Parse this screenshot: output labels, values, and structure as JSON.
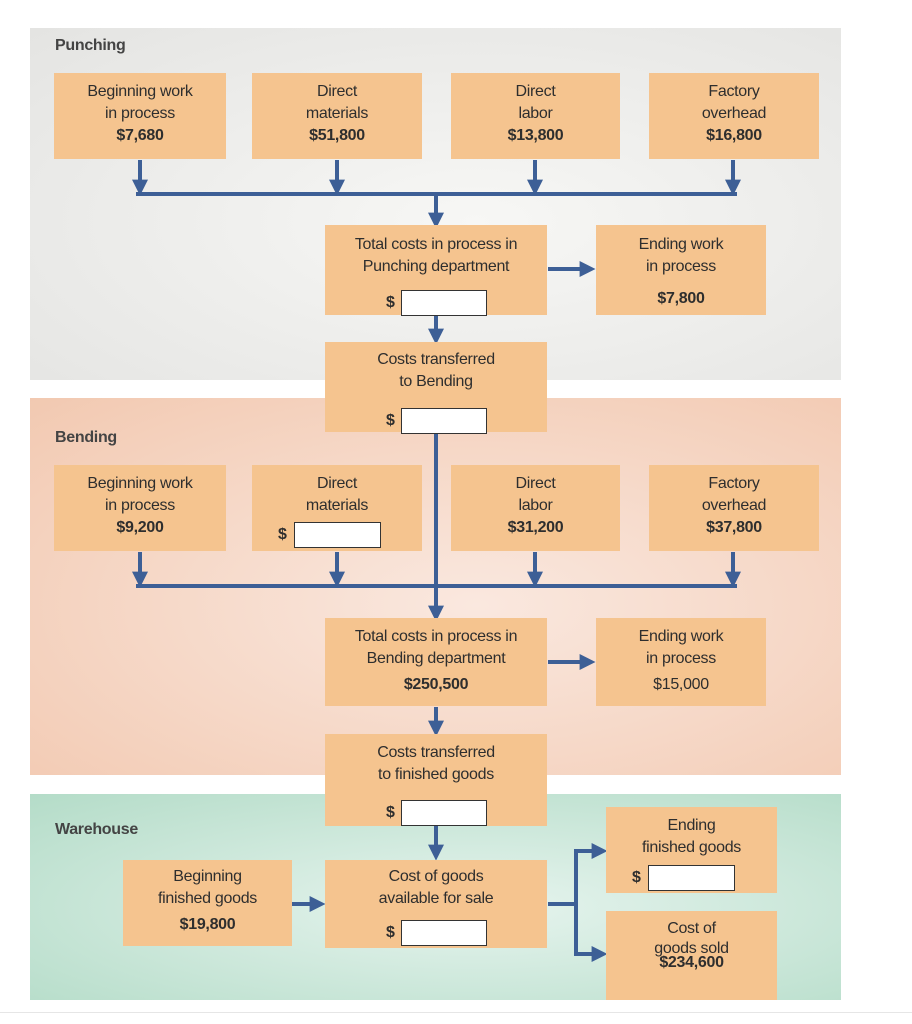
{
  "colors": {
    "box": "#f5c48f",
    "arrow": "#3d5f96",
    "punching_bg": "#e4e4e2",
    "bending_bg": "#f2c9b1",
    "warehouse_bg": "#b4dcc8"
  },
  "punching": {
    "title": "Punching",
    "beg_wip": {
      "l1": "Beginning work",
      "l2": "in process",
      "amount": "$7,680"
    },
    "dm": {
      "l1": "Direct",
      "l2": "materials",
      "amount": "$51,800"
    },
    "dl": {
      "l1": "Direct",
      "l2": "labor",
      "amount": "$13,800"
    },
    "foh": {
      "l1": "Factory",
      "l2": "overhead",
      "amount": "$16,800"
    },
    "total": {
      "l1": "Total costs in process in",
      "l2": "Punching department",
      "dollar": "$"
    },
    "end_wip": {
      "l1": "Ending work",
      "l2": "in process",
      "amount": "$7,800"
    },
    "transfer": {
      "l1": "Costs transferred",
      "l2": "to Bending",
      "dollar": "$"
    }
  },
  "bending": {
    "title": "Bending",
    "beg_wip": {
      "l1": "Beginning work",
      "l2": "in process",
      "amount": "$9,200"
    },
    "dm": {
      "l1": "Direct",
      "l2": "materials",
      "dollar": "$"
    },
    "dl": {
      "l1": "Direct",
      "l2": "labor",
      "amount": "$31,200"
    },
    "foh": {
      "l1": "Factory",
      "l2": "overhead",
      "amount": "$37,800"
    },
    "total": {
      "l1": "Total costs in process in",
      "l2": "Bending department",
      "amount": "$250,500"
    },
    "end_wip": {
      "l1": "Ending work",
      "l2": "in process",
      "amount": "$15,000"
    },
    "transfer": {
      "l1": "Costs transferred",
      "l2": "to finished goods",
      "dollar": "$"
    }
  },
  "warehouse": {
    "title": "Warehouse",
    "beg_fg": {
      "l1": "Beginning",
      "l2": "finished goods",
      "amount": "$19,800"
    },
    "cogafs": {
      "l1": "Cost of goods",
      "l2": "available for sale",
      "dollar": "$"
    },
    "end_fg": {
      "l1": "Ending",
      "l2": "finished goods",
      "dollar": "$"
    },
    "cogs": {
      "l1": "Cost of",
      "l2": "goods sold",
      "amount": "$234,600"
    }
  }
}
